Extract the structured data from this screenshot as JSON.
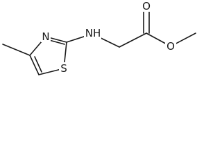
{
  "molecule": {
    "atoms": {
      "ring_nitrogen": "N",
      "ring_sulfur": "S",
      "amine": "NH",
      "ester_carbonyl_oxygen": "O",
      "ester_oxygen": "O"
    }
  }
}
